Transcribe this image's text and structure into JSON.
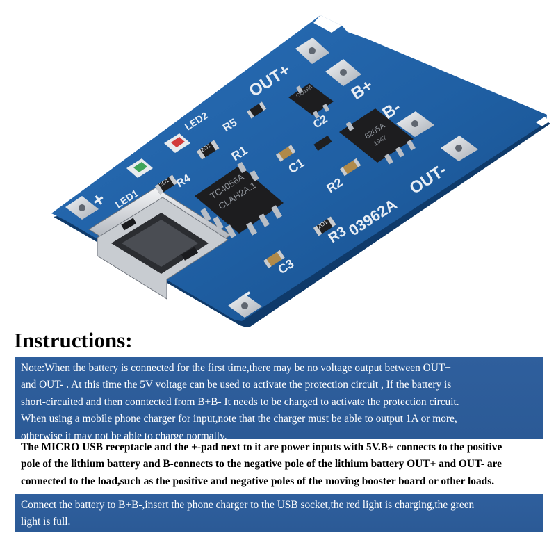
{
  "photo": {
    "board_labels": {
      "out_plus": "OUT+",
      "b_plus": "B+",
      "b_minus": "B-",
      "out_minus": "OUT-",
      "plus": "+",
      "minus": "-",
      "led2": "LED2",
      "led1": "LED1",
      "r1": "R1",
      "r2": "R2",
      "r3": "R3",
      "r4": "R4",
      "r5": "R5",
      "c1": "C1",
      "c2": "C2",
      "c3": "C3",
      "board_code": "03962A",
      "chip_main_line1": "TC4056A",
      "chip_main_line2": "CLAH2A.1",
      "chip_mosfet_line1": "8205A",
      "chip_mosfet_line2": "1947",
      "chip_small": "GO1FA",
      "resistor_a": "2O1",
      "resistor_b": "2O1",
      "resistor_c": "2O1"
    },
    "colors": {
      "pcb": "#1f5fa3",
      "pcb_dark": "#123f75",
      "pad": "#d9dde2",
      "silk": "#e9eef4",
      "chip": "#1d1d1f"
    }
  },
  "heading": "Instructions:",
  "note": {
    "lines": [
      "Note:When the battery is connected for the first time,there may be no voltage output between OUT+",
      "and OUT- . At this time the 5V voltage can be used to activate the protection circuit , If the battery is",
      "short-circuited and then conntected from B+B- It needs to be charged to activate the protection circuit.",
      "When using a mobile phone charger for input,note that the charger must be able to output 1A or more,",
      "otherwise it may not be able to charge normally."
    ]
  },
  "description": {
    "lines": [
      "The MICRO USB receptacle and the +-pad next to it are power inputs with 5V.B+ connects to the positive",
      "pole of the lithium battery and B-connects to the negative pole of the lithium battery OUT+ and OUT- are",
      "connected to the load,such as the positive and negative poles of the moving booster board or other loads."
    ]
  },
  "connect": {
    "lines": [
      "Connect the battery to B+B-,insert the phone charger to the USB socket,the red light is charging,the green",
      "light is full."
    ]
  }
}
